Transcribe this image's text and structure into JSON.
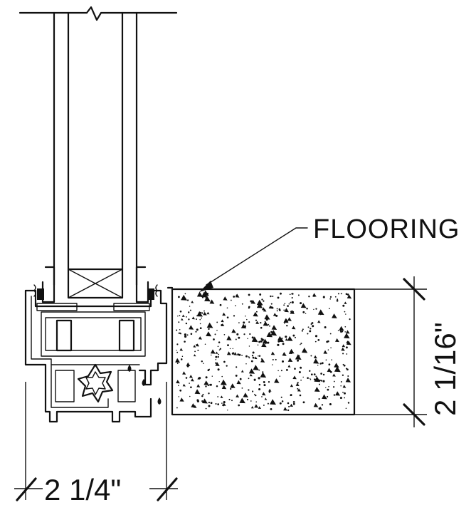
{
  "labels": {
    "flooring": "FLOORING",
    "dim_height": "2 1/16\"",
    "dim_width": "2 1/4\""
  },
  "icons": {
    "break_line": "break-symbol",
    "leader_arrow": "arrow-head",
    "dimension_tick": "slash-tick",
    "weep_drop": "water-drop"
  },
  "colors": {
    "line": "#111111",
    "background": "#ffffff"
  }
}
